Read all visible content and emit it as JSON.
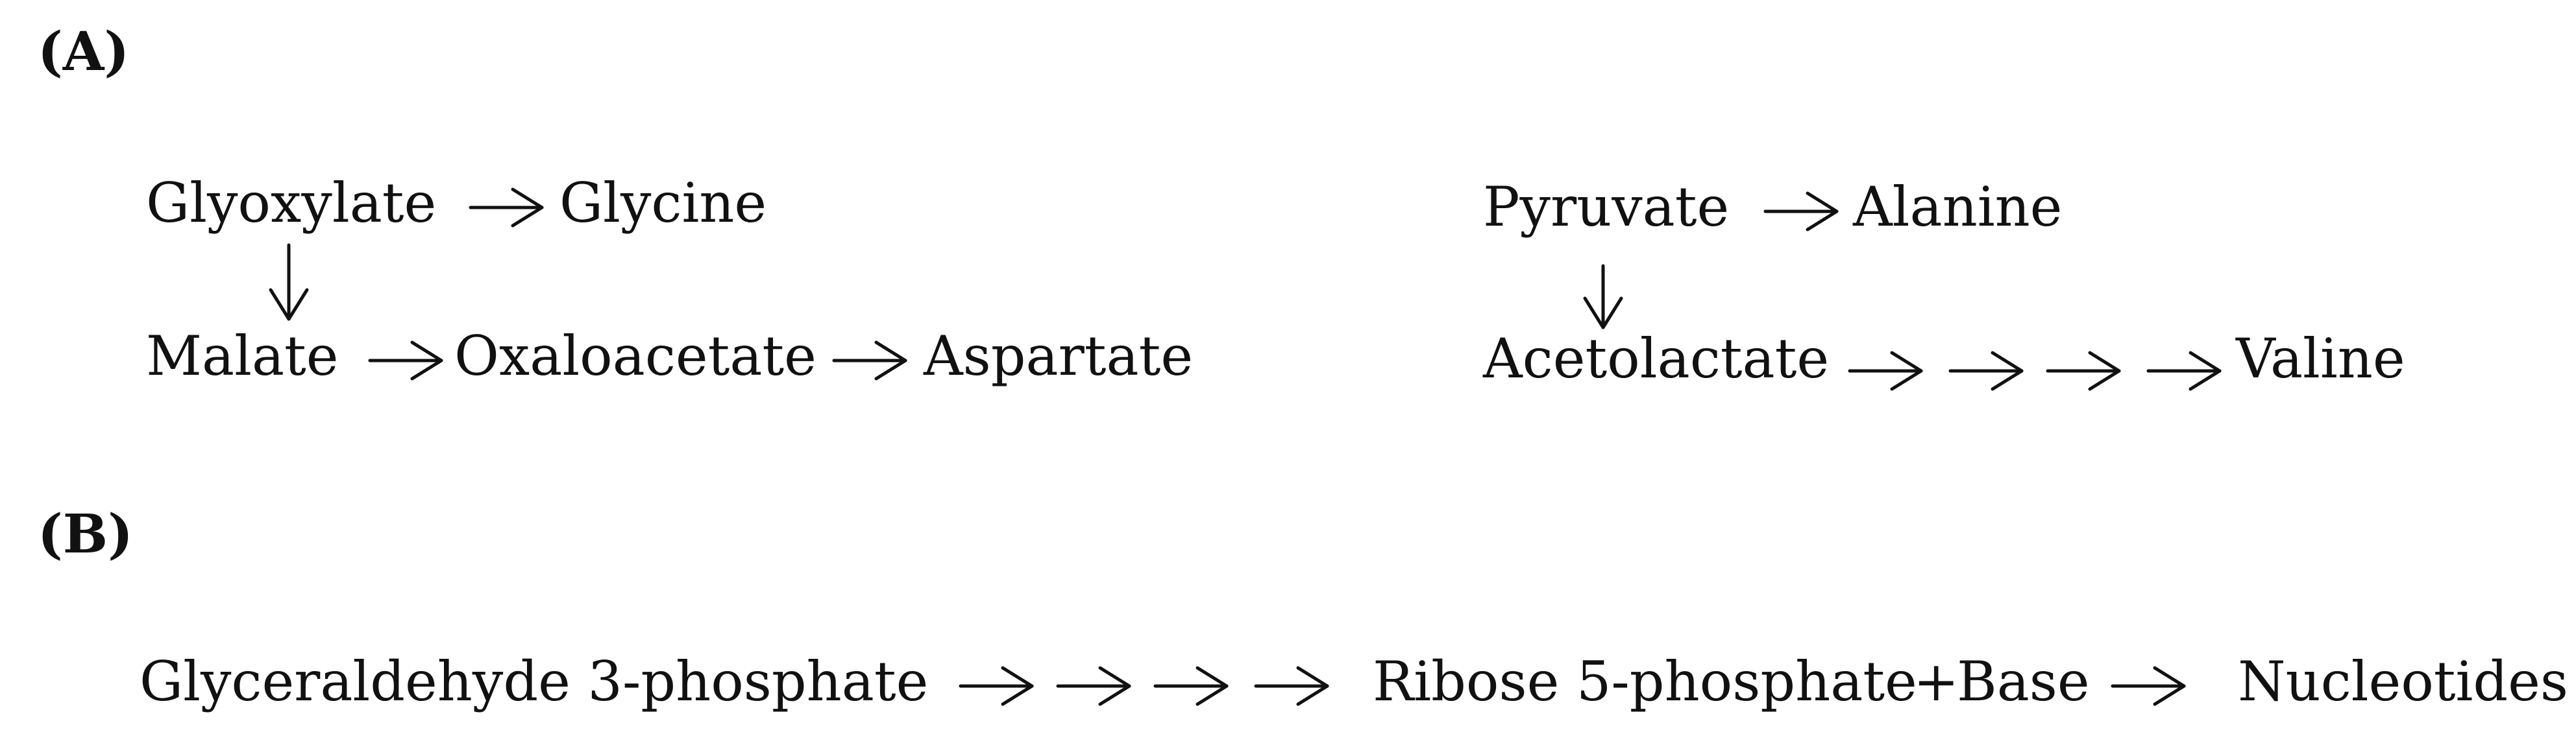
{
  "panels": {
    "a": {
      "label": "(A)",
      "glyoxylate": "Glyoxylate",
      "glycine": "Glycine",
      "malate": "Malate",
      "oxaloacetate": "Oxaloacetate",
      "aspartate": "Aspartate",
      "pyruvate": "Pyruvate",
      "alanine": "Alanine",
      "acetolactate": "Acetolactate",
      "valine": "Valine"
    },
    "b": {
      "label": "(B)",
      "glyceraldehyde": "Glyceraldehyde 3-phosphate",
      "ribose": "Ribose 5-phosphate",
      "plus": "+",
      "base": "Base",
      "nucleotides": "Nucleotides"
    }
  }
}
